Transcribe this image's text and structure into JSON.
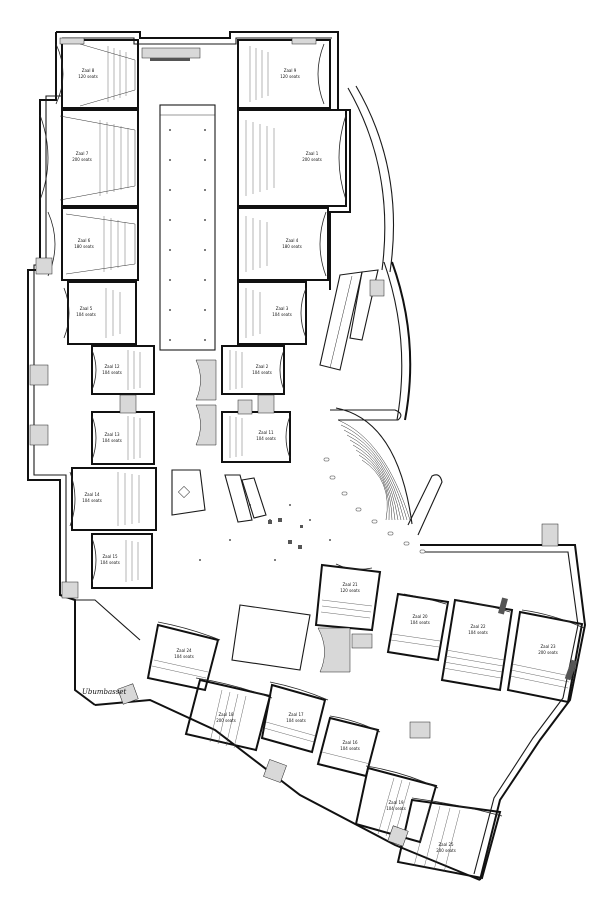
{
  "drawing": {
    "signature": "Ubumbasset"
  },
  "halls_left": [
    {
      "name": "Zaal 8",
      "seats": "120 seats"
    },
    {
      "name": "Zaal 7",
      "seats": "200 seats"
    },
    {
      "name": "Zaal 6",
      "seats": "180 seats"
    },
    {
      "name": "Zaal 5",
      "seats": "104 seats"
    },
    {
      "name": "Zaal 12",
      "seats": "104 seats"
    },
    {
      "name": "Zaal 13",
      "seats": "104 seats"
    },
    {
      "name": "Zaal 14",
      "seats": "104 seats"
    },
    {
      "name": "Zaal 15",
      "seats": "104 seats"
    }
  ],
  "halls_right": [
    {
      "name": "Zaal 9",
      "seats": "120 seats"
    },
    {
      "name": "Zaal 1",
      "seats": "200 seats"
    },
    {
      "name": "Zaal 4",
      "seats": "180 seats"
    },
    {
      "name": "Zaal 3",
      "seats": "104 seats"
    },
    {
      "name": "Zaal 2",
      "seats": "104 seats"
    },
    {
      "name": "Zaal 11",
      "seats": "104 seats"
    }
  ],
  "halls_lower": [
    {
      "name": "Zaal 21",
      "seats": "120 seats"
    },
    {
      "name": "Zaal 20",
      "seats": "104 seats"
    },
    {
      "name": "Zaal 22",
      "seats": "104 seats"
    },
    {
      "name": "Zaal 23",
      "seats": "200 seats"
    },
    {
      "name": "Zaal 24",
      "seats": "104 seats"
    },
    {
      "name": "Zaal 18",
      "seats": "200 seats"
    },
    {
      "name": "Zaal 17",
      "seats": "104 seats"
    },
    {
      "name": "Zaal 16",
      "seats": "104 seats"
    },
    {
      "name": "Zaal 19",
      "seats": "104 seats"
    },
    {
      "name": "Zaal 25",
      "seats": "200 seats"
    }
  ]
}
